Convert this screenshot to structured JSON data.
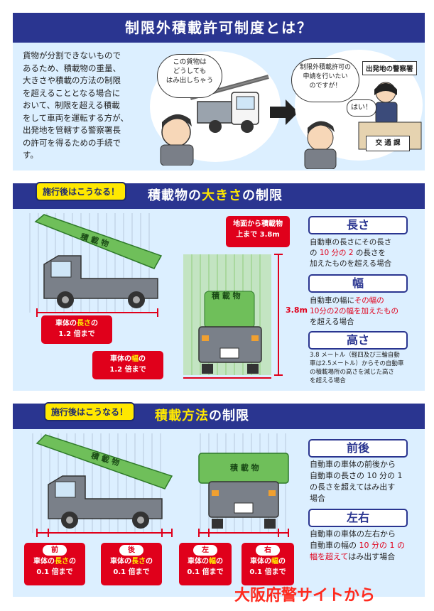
{
  "title": "制限外積載許可制度とは？",
  "intro": {
    "text_lines": [
      "貨物が分割できないもので",
      "あるため、積載物の重量、",
      "大きさや積載の方法の制限",
      "を超えることとなる場合に",
      "おいて、制限を超える積載",
      "をして車両を運転する方が、",
      "出発地を管轄する警察署長",
      "の許可を得るための手続で",
      "す。"
    ],
    "bubble1_lines": [
      "この貨物は",
      "どうしても",
      "はみ出しちゃう"
    ],
    "bubble2_lines": [
      "制限外積載許可の",
      "申請を行いたい",
      "のですが！"
    ],
    "bubble3": "はい！",
    "station_sign": "出発地の警察署",
    "counter_sign": "交 通 課"
  },
  "section1": {
    "tag": "施行後はこうなる！",
    "title_pre": "積載物の",
    "title_hl": "大きさ",
    "title_post": "の制限",
    "cargo_label": "積 載 物",
    "cargo_label_rear": "積 載 物",
    "height_note_lines": [
      "地面から積載物",
      "上まで 3.8m"
    ],
    "height_value": "3.8m",
    "length_box": {
      "line1_pre": "車体の",
      "line1_hl": "長さ",
      "line1_post": "の",
      "line2": "1.2 倍まで"
    },
    "width_box": {
      "line1_pre": "車体の",
      "line1_hl": "幅",
      "line1_post": "の",
      "line2": "1.2 倍まで"
    },
    "length_head": "長さ",
    "length_text": {
      "l1": "自動車の長さにその長さ",
      "l2_pre": "の ",
      "l2_hl": "10 分の 2",
      "l2_post": " の長さを",
      "l3": "加えたものを超える場合"
    },
    "width_head": "幅",
    "width_text": {
      "l1_pre": "自動車の幅に",
      "l1_hl": "その幅の",
      "l2_hl": "10分の2の幅を加えたもの",
      "l3": "を超える場合"
    },
    "height_head": "高さ",
    "height_text_lines": [
      "3.8 メートル（軽四及び三輪自動",
      "車は2.5メートル）からその自動車",
      "の積載場所の高さを減じた高さ",
      "を超える場合"
    ]
  },
  "section2": {
    "tag": "施行後はこうなる！",
    "title_pre": "積載方法",
    "title_post": "の制限",
    "cargo_label": "積 載 物",
    "cargo_label_rear": "積 載 物",
    "front_head": "前後",
    "front_text_lines": [
      "自動車の車体の前後から",
      "自動車の長さの 10 分の 1",
      "の長さを超えてはみ出す",
      "場合"
    ],
    "side_head": "左右",
    "side_text": {
      "l1": "自動車の車体の左右から",
      "l2_pre": "自動車の幅の ",
      "l2_hl": "10 分の 1 の",
      "l3_hl": "幅を超えて",
      "l3_post": "はみ出す場合"
    },
    "boxes": [
      {
        "pill": "前",
        "l1_pre": "車体の",
        "l1_hl": "長さ",
        "l1_post": "の",
        "l2": "0.1 倍まで"
      },
      {
        "pill": "後",
        "l1_pre": "車体の",
        "l1_hl": "長さ",
        "l1_post": "の",
        "l2": "0.1 倍まで"
      },
      {
        "pill": "左",
        "l1_pre": "車体の",
        "l1_hl": "幅",
        "l1_post": "の",
        "l2": "0.1 倍まで"
      },
      {
        "pill": "右",
        "l1_pre": "車体の",
        "l1_hl": "幅",
        "l1_post": "の",
        "l2": "0.1 倍まで"
      }
    ]
  },
  "watermark": "大阪府警サイトから",
  "colors": {
    "navy": "#2a3590",
    "red": "#e0001b",
    "yellow": "#ffe800",
    "panel": "#dcefff",
    "cargo": "#6fbf5a"
  }
}
